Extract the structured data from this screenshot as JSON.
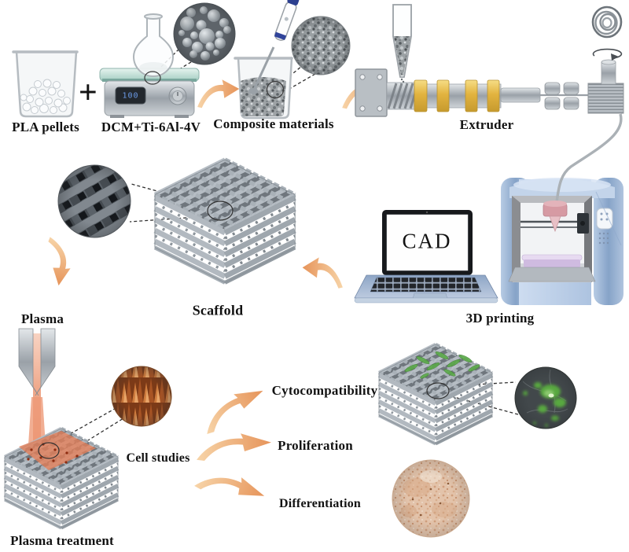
{
  "labels": {
    "pla_pellets": "PLA pellets",
    "plus_sign": "+",
    "dcm_ti": "DCM+Ti-6Al-4V",
    "composite_materials": "Composite materials",
    "extruder": "Extruder",
    "scaffold": "Scaffold",
    "cad": "CAD",
    "printing_3d": "3D printing",
    "plasma": "Plasma",
    "plasma_treatment": "Plasma treatment",
    "cell_studies": "Cell studies",
    "cytocompatibility": "Cytocompatibility",
    "proliferation": "Proliferation",
    "differentiation": "Differentiation"
  },
  "hotplate": {
    "display": "100"
  },
  "icons": {
    "pla_beaker": "beaker-with-pellets-icon",
    "hotplate_flask": "flask-on-hotplate-icon",
    "powder_inset": "titanium-powder-inset-circle",
    "composite_beaker": "beaker-with-thermometer-icon",
    "granule_inset": "composite-granule-inset-circle",
    "extruder": "screw-extruder-icon",
    "filament_coil": "filament-coil-icon",
    "winding_spool": "winding-spool-icon",
    "scaffold": "lattice-scaffold-icon",
    "scaffold_inset": "scaffold-sem-inset-circle",
    "laptop": "cad-laptop-icon",
    "printer": "3d-printer-icon",
    "plasma_nozzle": "plasma-nozzle-icon",
    "spikes_inset": "plasma-surface-inset-circle",
    "cells_inset": "green-cells-inset-circle",
    "histology_inset": "histology-inset-circle",
    "flow_arrow": "flow-arrow-icon"
  },
  "colors": {
    "background": "#ffffff",
    "text": "#121212",
    "flow_arrow": "#eda86e",
    "plasma_beam": "#ec9d7e",
    "scaffold_rod": "#b2b9c0",
    "heater_band": "#e2b33f",
    "printer_body": "#b7cbe5",
    "cell_green": "#5aa648",
    "hotplate_display_text": "#6b9be8"
  }
}
